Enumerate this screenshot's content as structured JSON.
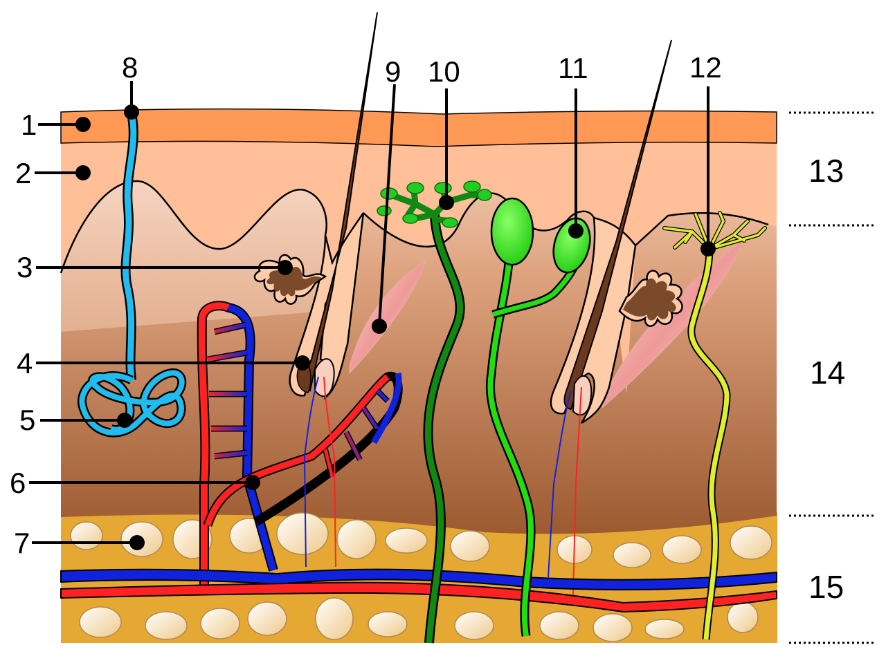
{
  "labels": {
    "l1": "1",
    "l2": "2",
    "l3": "3",
    "l4": "4",
    "l5": "5",
    "l6": "6",
    "l7": "7",
    "l8": "8",
    "l9": "9",
    "l10": "10",
    "l11": "11",
    "l12": "12",
    "l13": "13",
    "l14": "14",
    "l15": "15"
  },
  "colors": {
    "stratum_corneum": "#FF9955",
    "epidermis": "#FFBF99",
    "dermis_top": "#F2C6A8",
    "dermis_bottom": "#A05A2C",
    "fat": "#E5A832",
    "fat_cell": "#F4E3C0",
    "vein": "#0022DD",
    "artery": "#FF2222",
    "sweat_gland": "#22BBEE",
    "nerve_dark": "#118811",
    "nerve_bright": "#22DD11",
    "nerve_yellow": "#DDEE33",
    "hair": "#6B3A1E",
    "muscle": "#EE8888"
  }
}
